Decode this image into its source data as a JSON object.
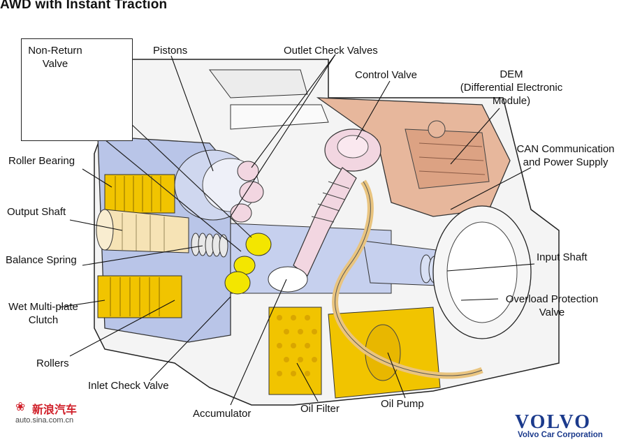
{
  "title": "AWD with Instant Traction",
  "labels": {
    "non_return_valve": [
      "Non-Return",
      "Valve"
    ],
    "pistons": "Pistons",
    "outlet_check_valves": "Outlet Check Valves",
    "control_valve": "Control Valve",
    "dem": [
      "DEM",
      "(Differential Electronic",
      "Module)"
    ],
    "can": [
      "CAN Communication",
      "and Power Supply"
    ],
    "roller_bearing": "Roller Bearing",
    "output_shaft": "Output Shaft",
    "balance_spring": "Balance Spring",
    "wet_clutch": [
      "Wet Multi-plate",
      "Clutch"
    ],
    "rollers": "Rollers",
    "inlet_check_valve": "Inlet Check Valve",
    "accumulator": "Accumulator",
    "oil_filter": "Oil Filter",
    "oil_pump": "Oil Pump",
    "input_shaft": "Input Shaft",
    "overload": [
      "Overload Protection",
      "Valve"
    ]
  },
  "watermark": {
    "brand": "新浪汽车",
    "url": "auto.sina.com.cn"
  },
  "brand": {
    "logo": "VOLVO",
    "corp": "Volvo Car Corporation"
  },
  "colors": {
    "dem_copper": "#e7b79c",
    "clutch_blue": "#b9c5e8",
    "component_yellow": "#f1c400",
    "valve_yellow": "#f3e600",
    "piston_pink": "#f2d6e1",
    "volvo_blue": "#1b3a8c",
    "watermark_red": "#d0202a"
  }
}
